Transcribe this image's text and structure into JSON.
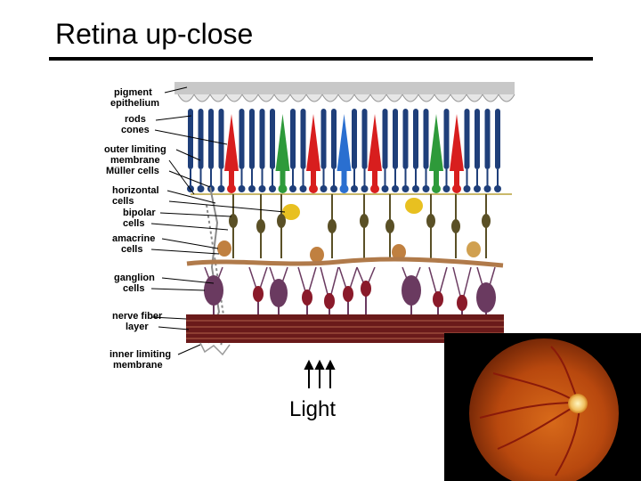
{
  "slide": {
    "title": "Retina up-close",
    "light_label": "Light"
  },
  "diagram": {
    "labels": {
      "pigment_epithelium": [
        "pigment",
        "epithelium"
      ],
      "rods_cones": [
        "rods",
        "cones"
      ],
      "outer_limiting_membrane": [
        "outer limiting",
        "membrane"
      ],
      "muller_cells": [
        "Müller cells"
      ],
      "horizontal_cells": [
        "horizontal",
        "cells"
      ],
      "bipolar_cells": [
        "bipolar",
        "cells"
      ],
      "amacrine_cells": [
        "amacrine",
        "cells"
      ],
      "ganglion_cells": [
        "ganglion",
        "cells"
      ],
      "nerve_fiber_layer": [
        "nerve fiber",
        "layer"
      ],
      "inner_limiting_membrane": [
        "inner limiting",
        "membrane"
      ]
    },
    "colors": {
      "rod": "#1f3f7a",
      "cone_red": "#d81e1e",
      "cone_green": "#2e9a3a",
      "cone_blue": "#2a6fd0",
      "bipolar": "#5a5026",
      "horizontal": "#e8c020",
      "amacrine": "#c08040",
      "ganglion": "#6a3a60",
      "nerve_fiber": "#6a1a1a"
    }
  },
  "photo": {
    "icon": "fundus-photo-icon"
  }
}
